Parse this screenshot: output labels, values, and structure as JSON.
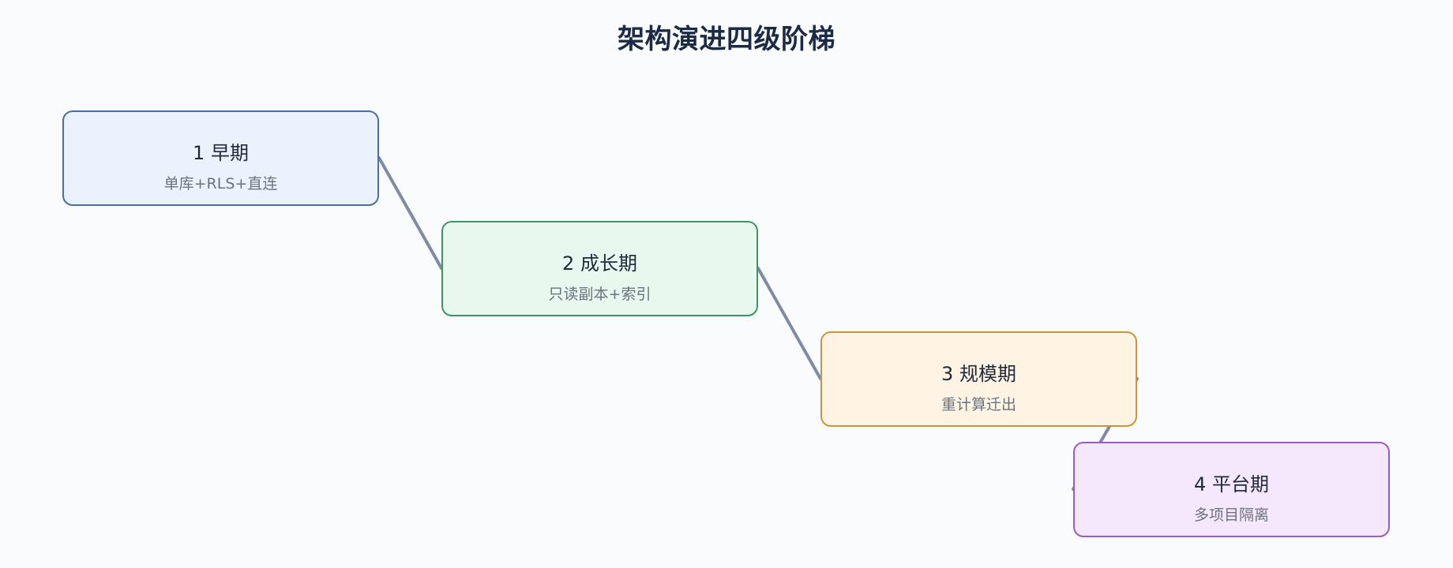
{
  "title": "架构演进四级阶梯",
  "stages": [
    {
      "label": "1 早期",
      "detail": "单库+RLS+直连",
      "fill": "#eaf2fd",
      "border": "#4a6ea8"
    },
    {
      "label": "2 成长期",
      "detail": "只读副本+索引",
      "fill": "#e9f8ee",
      "border": "#3f9466"
    },
    {
      "label": "3 规模期",
      "detail": "重计算迁出",
      "fill": "#fff3e3",
      "border": "#c99640"
    },
    {
      "label": "4 平台期",
      "detail": "多项目隔离",
      "fill": "#f5e7fc",
      "border": "#9a5dc8"
    }
  ],
  "connector_color": "#7f8ba3"
}
